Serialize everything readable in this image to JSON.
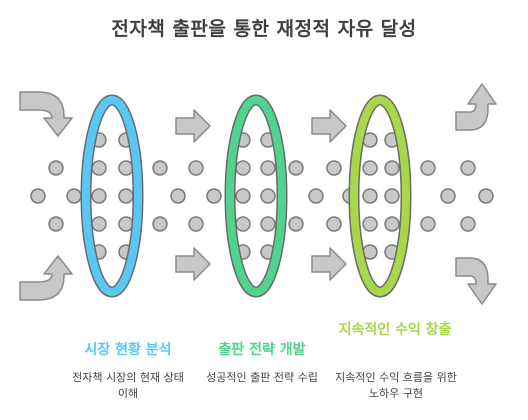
{
  "title": "전자책 출판을 통한 재정적 자유 달성",
  "stages": [
    {
      "title": "시장 현황 분석",
      "description": "전자책 시장의 현재 상태 이해",
      "color": "#5ac8f5"
    },
    {
      "title": "출판 전략 개발",
      "description": "성공적인 출판 전략 수립",
      "color": "#4fd38e"
    },
    {
      "title": "지속적인 수익 창출",
      "description": "지속적인 수익 흐름을 위한 노하우 구현",
      "color": "#a8d84a"
    }
  ],
  "colors": {
    "arrow_fill": "#c8c8c8",
    "arrow_stroke": "#8a8a8a",
    "dot_fill": "#c8c8c8",
    "dot_stroke": "#7a7a7a"
  },
  "icons": [
    "curved-arrow-in-icon",
    "right-arrow-icon",
    "curved-arrow-out-icon"
  ]
}
